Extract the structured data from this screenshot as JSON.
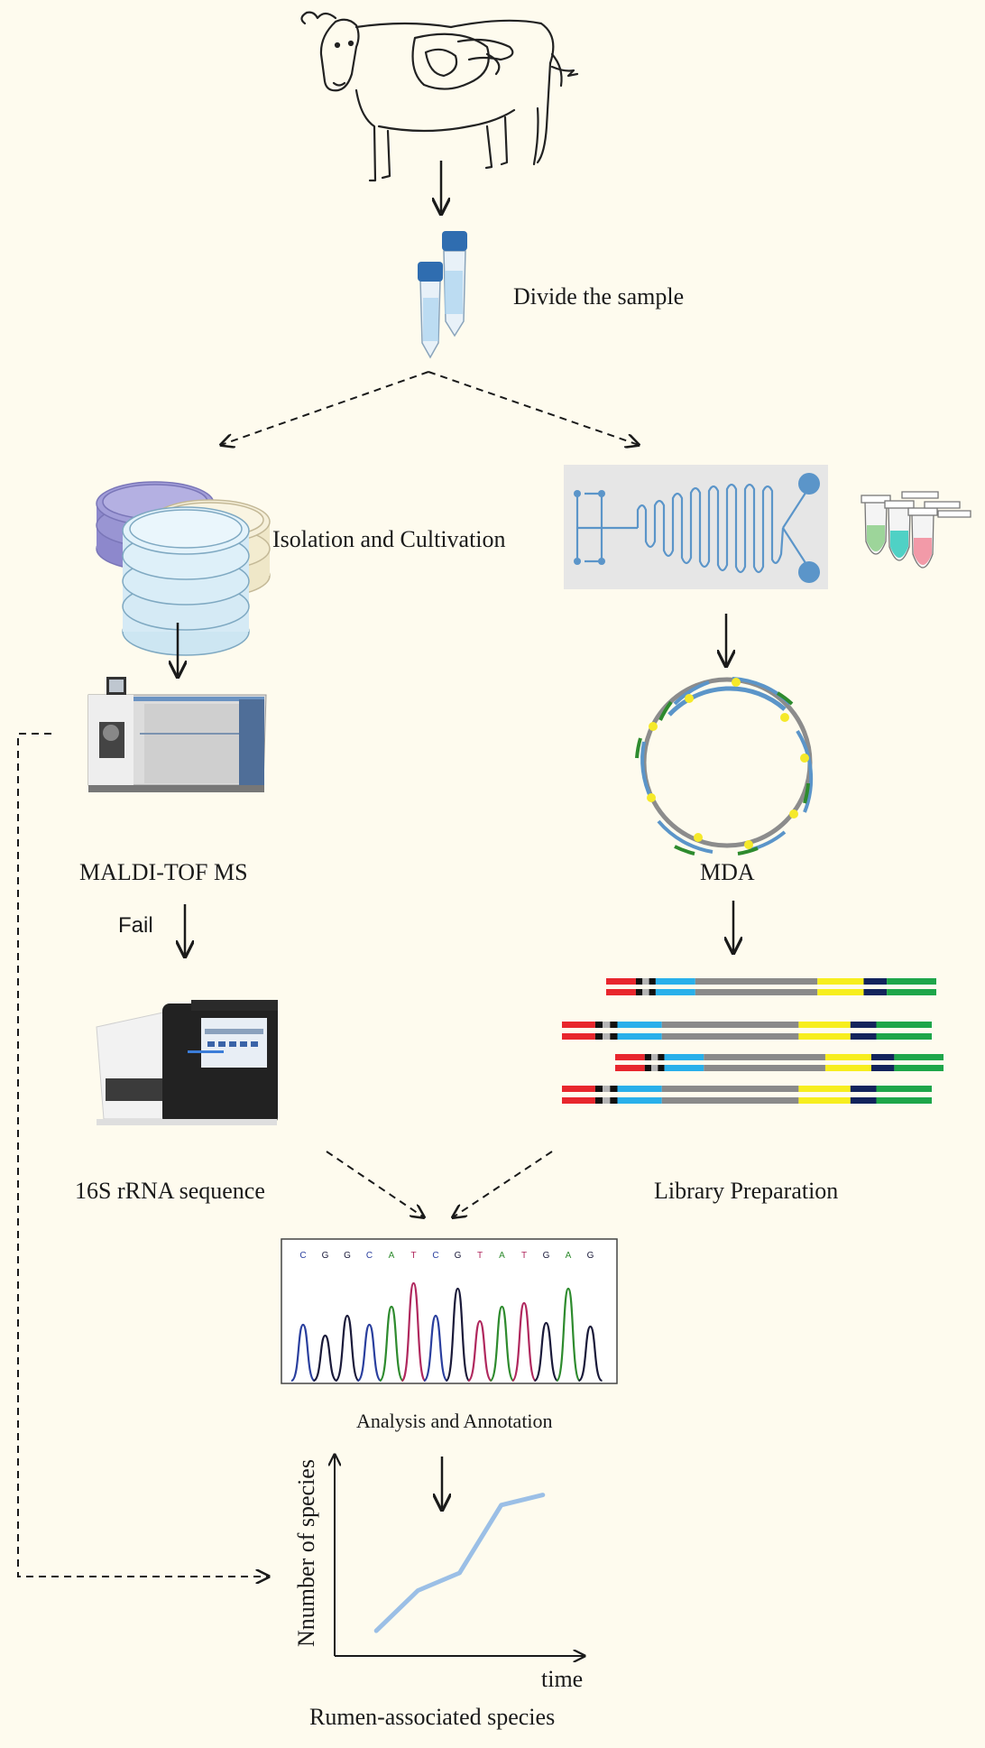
{
  "labels": {
    "divide": "Divide the sample",
    "isolation": "Isolation and  Cultivation",
    "maldi": "MALDI-TOF MS",
    "mda": "MDA",
    "fail": "Fail",
    "rrna": "16S rRNA sequence",
    "library": "Library Preparation",
    "analysis": "Analysis and Annotation",
    "ylabel": "Nnumber  of species",
    "xlabel": "time",
    "rumen": "Rumen-associated species"
  },
  "sequence_bases": [
    "C",
    "G",
    "G",
    "C",
    "A",
    "T",
    "C",
    "G",
    "T",
    "A",
    "T",
    "G",
    "A",
    "G"
  ],
  "colors": {
    "background": "#fefbee",
    "arrow": "#1a1a1a",
    "chip_background": "#e6e6e6",
    "chip_channel": "#5b95c9",
    "growth_line": "#9bbfe6",
    "base_C": "#2a3f9e",
    "base_G": "#1a1a3a",
    "base_A": "#2e8b2e",
    "base_T": "#b0285e"
  },
  "chart_data": {
    "type": "line",
    "title": "Rumen-associated species",
    "xlabel": "time",
    "ylabel": "Nnumber  of species",
    "series": [
      {
        "x": [
          1,
          2,
          3,
          4,
          5
        ],
        "values": [
          1.0,
          2.6,
          3.3,
          6.0,
          6.4
        ]
      }
    ],
    "xlim": [
      0,
      6
    ],
    "ylim": [
      0,
      8
    ],
    "grid": false,
    "ticks": false
  }
}
